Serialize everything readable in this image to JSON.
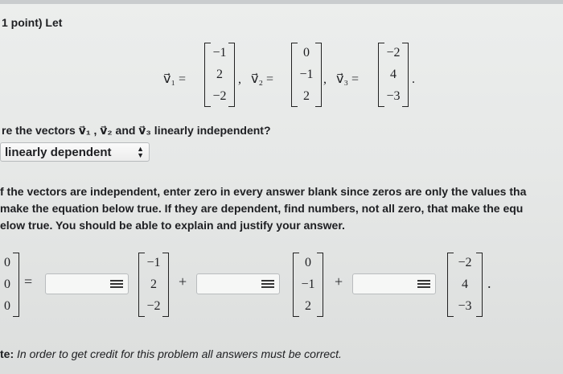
{
  "header": {
    "problem_label": "1 point) Let"
  },
  "vectors": {
    "v1": {
      "label": "v⃗₁ =",
      "entries": [
        "−1",
        "2",
        "−2"
      ]
    },
    "v2": {
      "label": "v⃗₂ =",
      "entries": [
        "0",
        "−1",
        "2"
      ]
    },
    "v3": {
      "label": "v⃗₃ =",
      "entries": [
        "−2",
        "4",
        "−3"
      ]
    },
    "separator": ","
  },
  "question": {
    "text": "re the vectors v⃗₁ , v⃗₂ and v⃗₃ linearly independent?",
    "selected": "linearly dependent"
  },
  "instructions": {
    "line1": "f the vectors are independent, enter zero in every answer blank since zeros are only the values tha",
    "line2": "make the equation below true. If they are dependent, find numbers, not all zero, that make the equ",
    "line3": "elow true. You should be able to explain and justify your answer."
  },
  "equation": {
    "zero_vec": [
      "0",
      "0",
      "0"
    ],
    "equals": "=",
    "plus": "+",
    "period": ".",
    "answers": [
      "",
      "",
      ""
    ],
    "v1": [
      "−1",
      "2",
      "−2"
    ],
    "v2": [
      "0",
      "−1",
      "2"
    ],
    "v3": [
      "−2",
      "4",
      "−3"
    ]
  },
  "note": {
    "prefix": "te:",
    "text": " In order to get credit for this problem all answers must be correct."
  }
}
